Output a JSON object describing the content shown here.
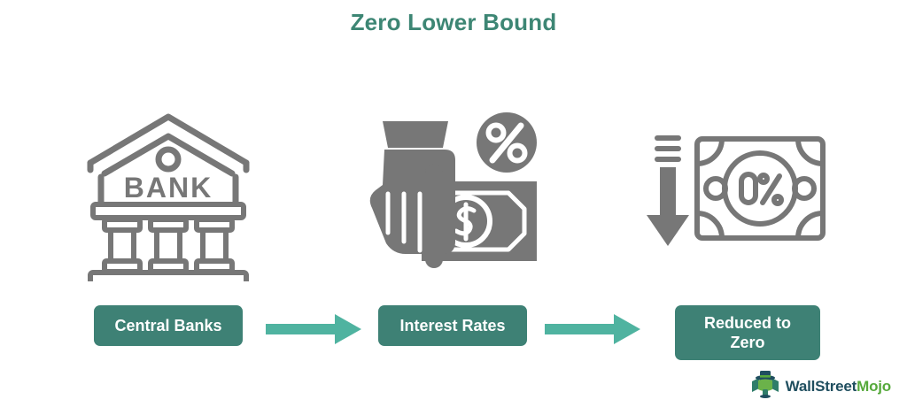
{
  "title": "Zero Lower Bound",
  "colors": {
    "title": "#3d8674",
    "badge": "#3e8175",
    "arrow": "#4fb3a0",
    "icon_gray": "#777777",
    "background": "#ffffff",
    "logo_wall": "#1f4e5f",
    "logo_mojo": "#56a93b"
  },
  "diagram": {
    "type": "flow",
    "steps": [
      {
        "label": "Central Banks",
        "icon": "bank-building-icon",
        "icon_text": "BANK"
      },
      {
        "label": "Interest Rates",
        "icon": "hand-holding-money-with-percent-icon",
        "icon_text": "%"
      },
      {
        "label": "Reduced to Zero",
        "icon": "down-arrow-with-zero-percent-banknote-icon",
        "icon_text": "0%"
      }
    ],
    "connectors": [
      {
        "name": "arrow-right-1"
      },
      {
        "name": "arrow-right-2"
      }
    ]
  },
  "logo": {
    "part1": "WallStreet",
    "part2": "Mojo",
    "mark": "mojo-mascot-icon"
  }
}
